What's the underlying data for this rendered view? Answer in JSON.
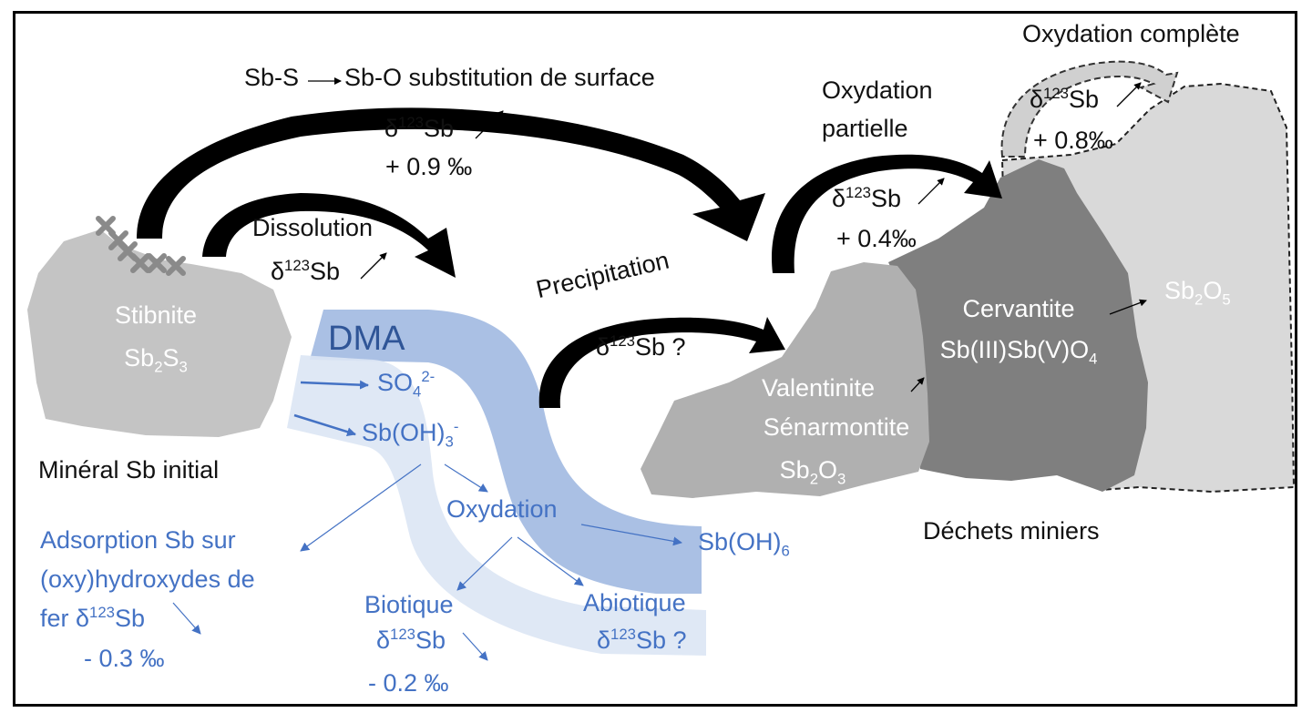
{
  "colors": {
    "mineral_grey": "#c4c4c4",
    "valentinite_grey": "#b0b0b0",
    "cervantite_grey": "#7f7f7f",
    "sb2o5_grey": "#d9d9d9",
    "dma_blue": "#aac0e4",
    "dma_light_blue": "#dce5f4",
    "process_text_blue": "#4472c4",
    "arrow_black": "#000000"
  },
  "labels": {
    "surface_substitution": {
      "from": "Sb-S",
      "to": "Sb-O substitution de surface"
    },
    "delta_main": {
      "delta": "δ",
      "mass": "123",
      "elem": "Sb",
      "value": "+ 0.9 ‰"
    },
    "dissolution": {
      "title": "Dissolution",
      "delta": "δ",
      "mass": "123",
      "elem": "Sb"
    },
    "stibnite": {
      "name": "Stibnite",
      "sb": "Sb",
      "sb_sub": "2",
      "s": "S",
      "s_sub": "3"
    },
    "initial_mineral": "Minéral Sb initial",
    "dma": "DMA",
    "sulfate": {
      "base": "SO",
      "sub": "4",
      "sup": "2-"
    },
    "antimonite": {
      "base": "Sb(OH)",
      "sub": "3",
      "sup": "-"
    },
    "oxydation": "Oxydation",
    "antimonate": {
      "base": "Sb(OH)",
      "sub": "6"
    },
    "adsorption": {
      "line1": "Adsorption Sb sur",
      "line2": "(oxy)hydroxydes de",
      "line3_prefix": "fer ",
      "delta": "δ",
      "mass": "123",
      "elem": "Sb",
      "value": "- 0.3 ‰"
    },
    "biotique": {
      "title": "Biotique",
      "delta": "δ",
      "mass": "123",
      "elem": "Sb",
      "value": "- 0.2 ‰"
    },
    "abiotique": {
      "title": "Abiotique",
      "delta": "δ",
      "mass": "123",
      "elem": "Sb",
      "suffix": " ?"
    },
    "precipitation": {
      "title": "Precipitation",
      "delta": "δ",
      "mass": "123",
      "elem": "Sb",
      "suffix": " ?"
    },
    "partial_oxidation": {
      "line1": "Oxydation",
      "line2": "partielle",
      "delta": "δ",
      "mass": "123",
      "elem": "Sb",
      "value": "+ 0.4‰"
    },
    "complete_oxidation": {
      "title": "Oxydation complète",
      "delta": "δ",
      "mass": "123",
      "elem": "Sb",
      "value": "+ 0.8‰"
    },
    "valentinite": {
      "line1": "Valentinite",
      "line2": "Sénarmontite",
      "sb": "Sb",
      "sb_sub": "2",
      "o": "O",
      "o_sub": "3"
    },
    "cervantite": {
      "name": "Cervantite",
      "formula": "Sb(III)Sb(V)O",
      "sub": "4"
    },
    "sb2o5": {
      "sb": "Sb",
      "sb_sub": "2",
      "o": "O",
      "o_sub": "5"
    },
    "mine_waste": "Déchets miniers"
  }
}
